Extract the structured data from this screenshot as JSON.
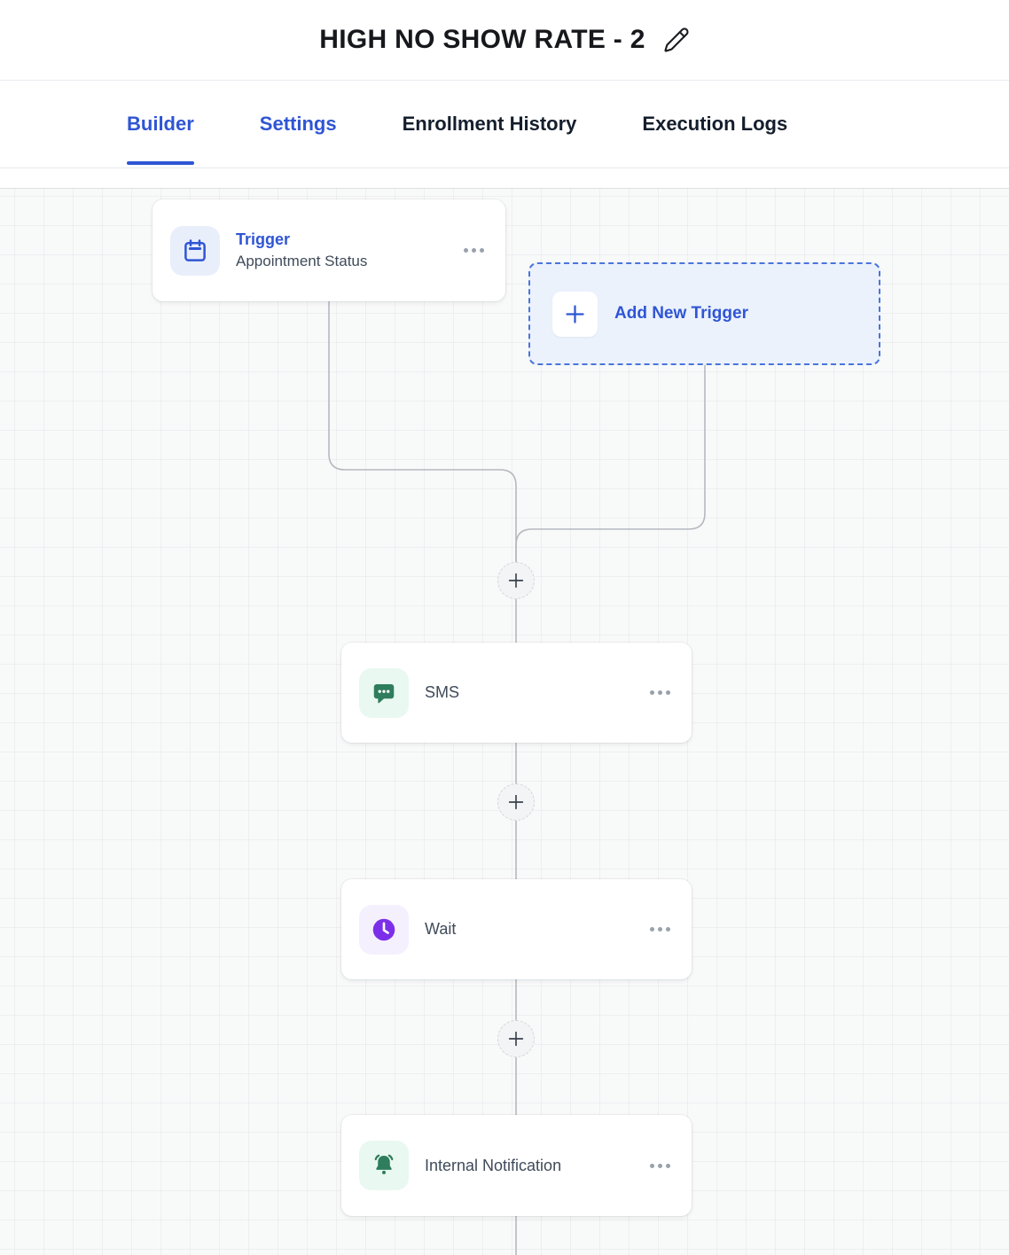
{
  "header": {
    "title": "HIGH NO SHOW RATE - 2"
  },
  "tabs": [
    {
      "label": "Builder",
      "active": true
    },
    {
      "label": "Settings",
      "active": false
    },
    {
      "label": "Enrollment History",
      "active": false
    },
    {
      "label": "Execution Logs",
      "active": false
    }
  ],
  "canvas": {
    "trigger_card": {
      "title": "Trigger",
      "subtitle": "Appointment Status",
      "icon": "calendar-icon"
    },
    "add_new_trigger": {
      "label": "Add New Trigger",
      "icon": "plus-icon"
    },
    "action_cards": [
      {
        "label": "SMS",
        "icon": "sms-chat-icon"
      },
      {
        "label": "Wait",
        "icon": "clock-icon"
      },
      {
        "label": "Internal Notification",
        "icon": "bell-icon"
      }
    ]
  },
  "colors": {
    "accent_blue": "#2f55d4",
    "tab_text_dark": "#141e2d",
    "green_icon": "#2e7d5c",
    "green_icon_bg": "#e9f8f0",
    "purple_icon": "#7c2fe8",
    "purple_icon_bg": "#f5f0fe",
    "blue_icon_bg": "#e9eefb",
    "add_trigger_bg": "#ebf2fc",
    "connector_gray": "#b5b9bf",
    "canvas_bg": "#f8f9f9"
  }
}
